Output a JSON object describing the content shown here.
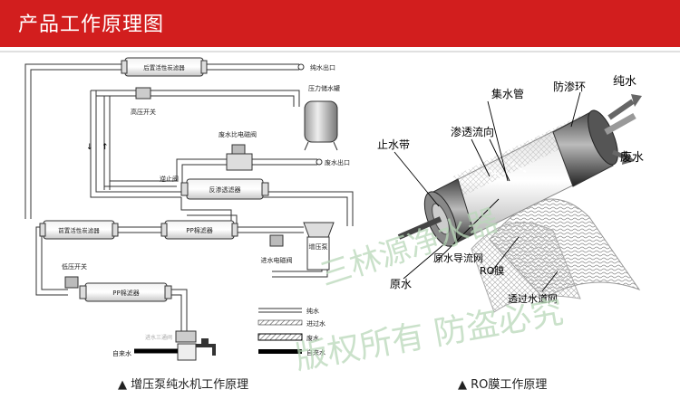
{
  "header": {
    "title": "产品工作原理图"
  },
  "left_diagram": {
    "labels": {
      "post_filter": "后置活性炭滤器",
      "pure_outlet": "纯水出口",
      "tank": "压力储水罐",
      "high_switch": "高压开关",
      "ratio_valve": "废水比电磁阀",
      "waste_outlet": "废水出口",
      "check_valve": "逆止阀",
      "ro_filter": "反渗透滤器",
      "pre_carbon": "前置活性炭滤器",
      "pp_filter_top": "PP棉滤器",
      "pump": "增压泵",
      "inlet_valve": "进水电磁阀",
      "low_switch": "低压开关",
      "pp_filter_bottom": "PP棉滤器",
      "tee_valve": "进水三通阀",
      "tap_water": "自来水"
    },
    "legend": [
      {
        "label": "纯水",
        "style": "double"
      },
      {
        "label": "进过水",
        "style": "hatched"
      },
      {
        "label": "废水",
        "style": "thick-hatched"
      },
      {
        "label": "自来水",
        "style": "solid"
      }
    ],
    "caption": "▲ 增压泵纯水机工作原理"
  },
  "right_diagram": {
    "labels": {
      "pure_water": "纯水",
      "anti_seep_ring": "防渗环",
      "collect_pipe": "集水管",
      "seep_dir": "渗透流向",
      "water_stop": "止水带",
      "waste_water": "废水",
      "raw_guide": "原水导流网",
      "ro_membrane": "RO膜",
      "raw_water": "原水",
      "permeate_net": "透过水道网"
    },
    "caption": "▲ RO膜工作原理"
  },
  "watermark": {
    "line1": "三林源净水器",
    "line2": "版权所有 防盗必究"
  },
  "colors": {
    "header_bg": "#d21e1e",
    "accent": "#d21e1e"
  }
}
